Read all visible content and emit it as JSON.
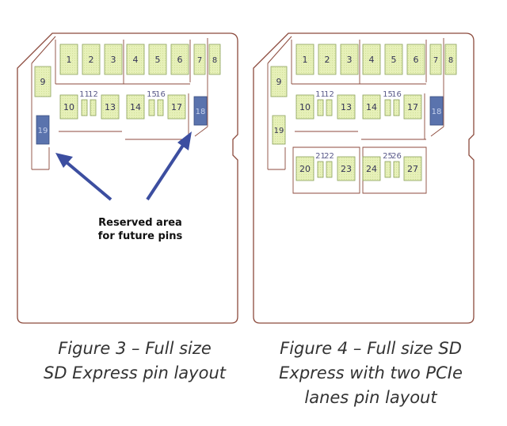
{
  "colors": {
    "outline": "#8c4a3c",
    "pin_fill": "#e6f0b8",
    "pin_stroke": "#8aa05a",
    "pin_text": "#5a5a8a",
    "reserved_fill": "#5a73ad",
    "reserved_stroke": "#3a4f80",
    "arrow": "#3c4ea0",
    "caption": "#333333"
  },
  "annotation": {
    "line1": "Reserved area",
    "line2": "for future pins"
  },
  "cards": [
    {
      "caption": [
        "Figure 3 – Full size",
        "SD Express pin layout"
      ],
      "pins": [
        {
          "label": "1",
          "role": "pin"
        },
        {
          "label": "2",
          "role": "pin"
        },
        {
          "label": "3",
          "role": "pin"
        },
        {
          "label": "4",
          "role": "pin"
        },
        {
          "label": "5",
          "role": "pin"
        },
        {
          "label": "6",
          "role": "pin"
        },
        {
          "label": "7",
          "role": "pin"
        },
        {
          "label": "8",
          "role": "pin"
        },
        {
          "label": "9",
          "role": "pin"
        },
        {
          "label": "10",
          "role": "pin"
        },
        {
          "label": "11",
          "role": "pin"
        },
        {
          "label": "12",
          "role": "pin"
        },
        {
          "label": "13",
          "role": "pin"
        },
        {
          "label": "14",
          "role": "pin"
        },
        {
          "label": "15",
          "role": "pin"
        },
        {
          "label": "16",
          "role": "pin"
        },
        {
          "label": "17",
          "role": "pin"
        },
        {
          "label": "18",
          "role": "reserved"
        },
        {
          "label": "19",
          "role": "reserved"
        }
      ]
    },
    {
      "caption": [
        "Figure 4 – Full size SD",
        "Express with two PCIe",
        "lanes pin layout"
      ],
      "pins": [
        {
          "label": "1",
          "role": "pin"
        },
        {
          "label": "2",
          "role": "pin"
        },
        {
          "label": "3",
          "role": "pin"
        },
        {
          "label": "4",
          "role": "pin"
        },
        {
          "label": "5",
          "role": "pin"
        },
        {
          "label": "6",
          "role": "pin"
        },
        {
          "label": "7",
          "role": "pin"
        },
        {
          "label": "8",
          "role": "pin"
        },
        {
          "label": "9",
          "role": "pin"
        },
        {
          "label": "10",
          "role": "pin"
        },
        {
          "label": "11",
          "role": "pin"
        },
        {
          "label": "12",
          "role": "pin"
        },
        {
          "label": "13",
          "role": "pin"
        },
        {
          "label": "14",
          "role": "pin"
        },
        {
          "label": "15",
          "role": "pin"
        },
        {
          "label": "16",
          "role": "pin"
        },
        {
          "label": "17",
          "role": "pin"
        },
        {
          "label": "18",
          "role": "reserved"
        },
        {
          "label": "19",
          "role": "pin"
        },
        {
          "label": "20",
          "role": "pin"
        },
        {
          "label": "21",
          "role": "pin"
        },
        {
          "label": "22",
          "role": "pin"
        },
        {
          "label": "23",
          "role": "pin"
        },
        {
          "label": "24",
          "role": "pin"
        },
        {
          "label": "25",
          "role": "pin"
        },
        {
          "label": "26",
          "role": "pin"
        },
        {
          "label": "27",
          "role": "pin"
        }
      ]
    }
  ]
}
